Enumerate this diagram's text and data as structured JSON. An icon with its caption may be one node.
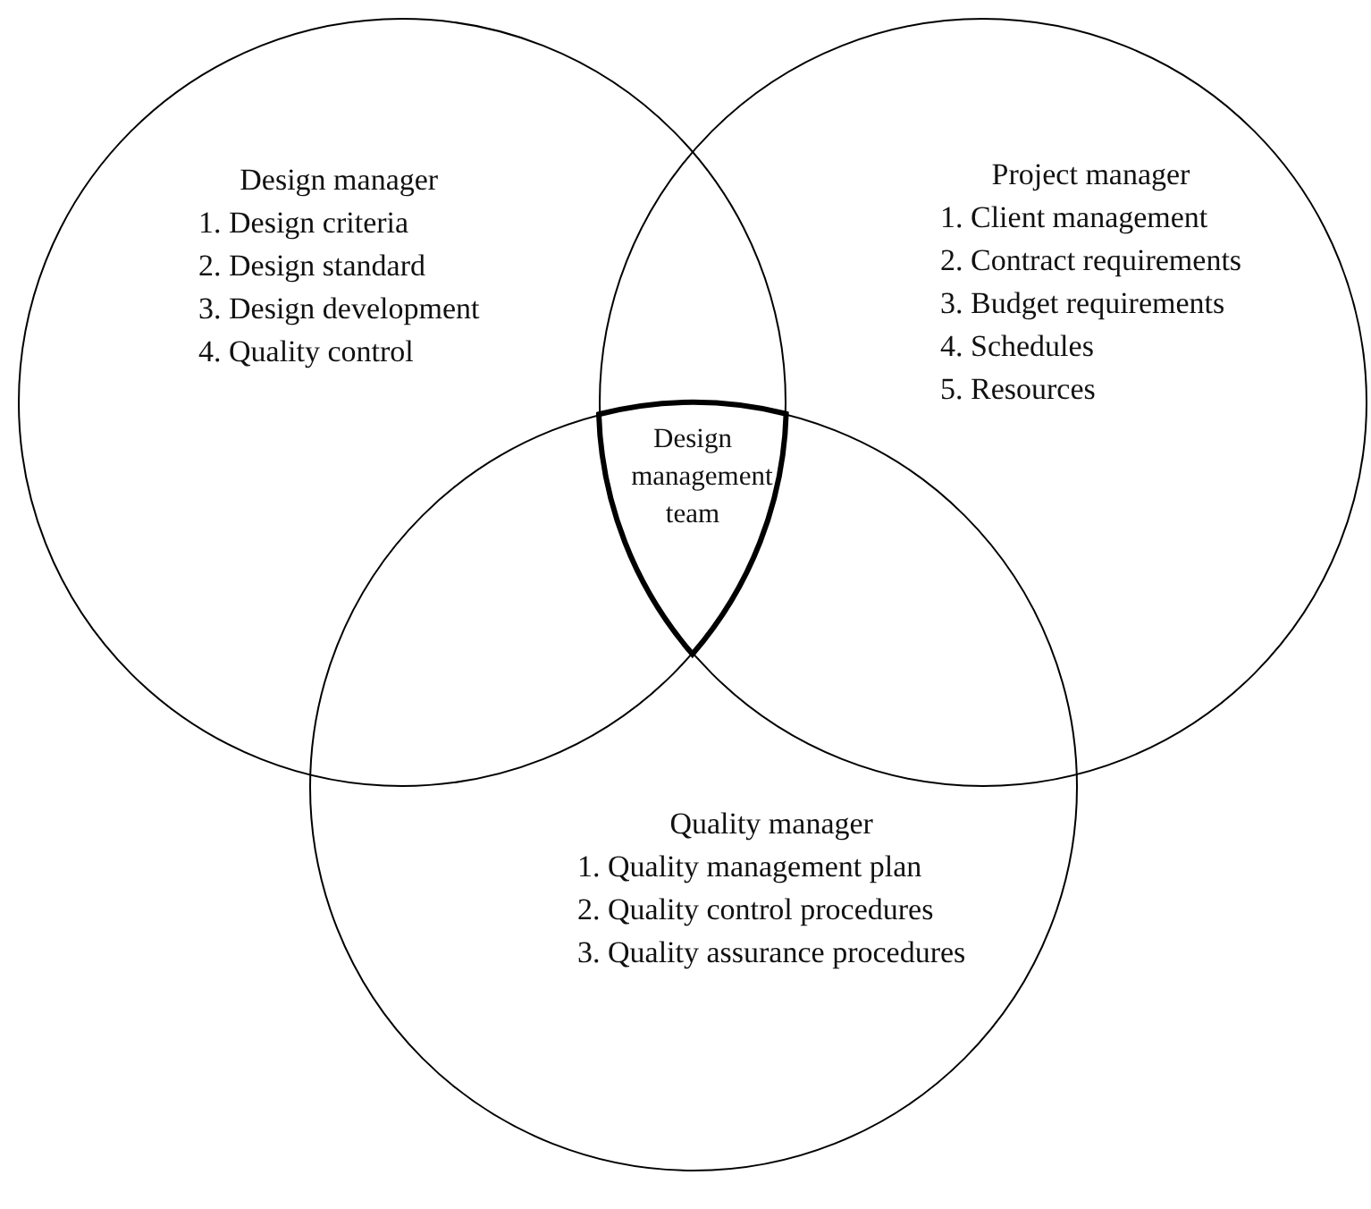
{
  "diagram": {
    "nodes": [
      {
        "text": [
          "Design manager",
          "1. Design criteria",
          "2. Design standard",
          "3. Design development",
          "4. Quality control"
        ]
      },
      {
        "text": [
          "Project manager",
          "1. Client management",
          "2. Contract requirements",
          "3. Budget requirements",
          "4. Schedules",
          "5. Resources"
        ]
      },
      {
        "text": [
          "Quality manager",
          "1. Quality management plan",
          "2. Quality control procedures",
          "3. Quality assurance procedures"
        ]
      },
      {
        "text": [
          "Design management team"
        ]
      }
    ],
    "edges": []
  }
}
